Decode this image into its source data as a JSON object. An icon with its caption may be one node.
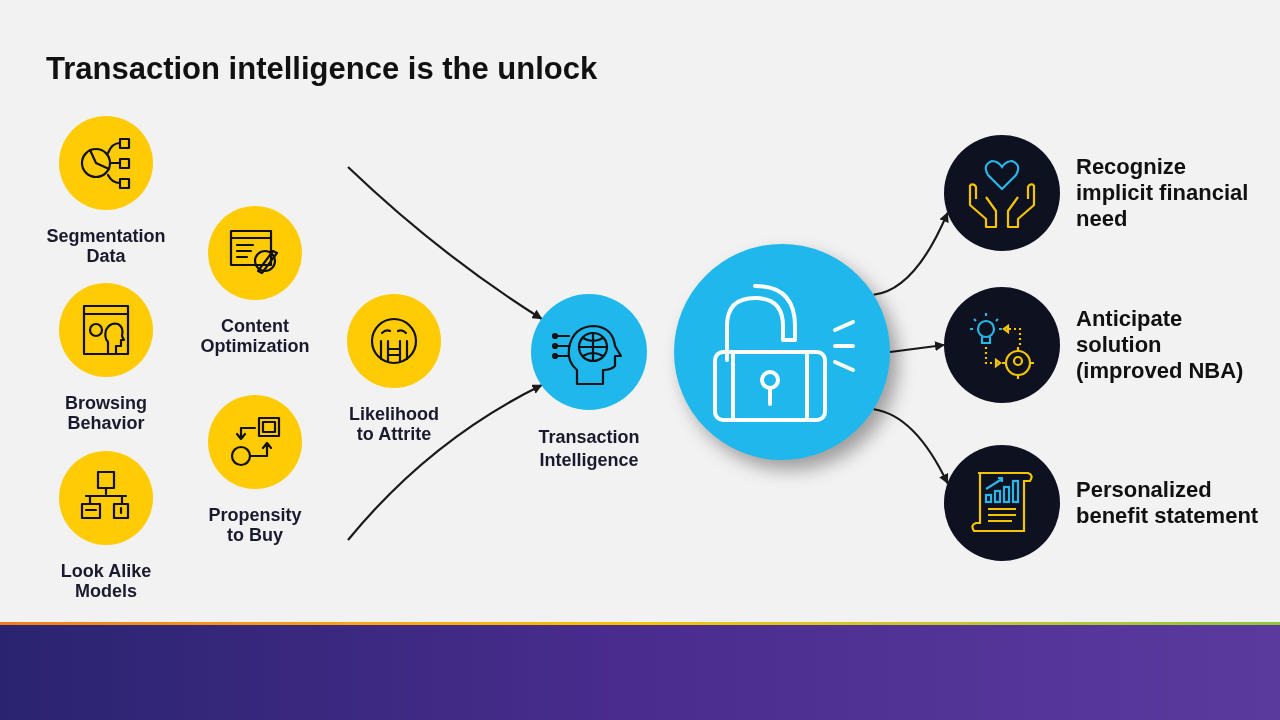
{
  "diagram": {
    "title": "Transaction intelligence is the unlock",
    "nodes": [
      {
        "text": [
          "Segmentation Data"
        ]
      },
      {
        "text": [
          "Content Optimization"
        ]
      },
      {
        "text": [
          "Browsing Behavior"
        ]
      },
      {
        "text": [
          "Likelihood to Attrite"
        ]
      },
      {
        "text": [
          "Propensity to Buy"
        ]
      },
      {
        "text": [
          "Look Alike Models"
        ]
      },
      {
        "text": [
          "Transaction Intelligence"
        ]
      },
      {
        "text": [],
        "shape": "circle"
      },
      {
        "text": [
          "Recognize implicit financial need"
        ]
      },
      {
        "text": [
          "Anticipate solution (improved NBA)"
        ]
      },
      {
        "text": [
          "Personalized benefit statement"
        ]
      }
    ],
    "edges": [
      {
        "from": null,
        "to": 6,
        "arrow": "to"
      },
      {
        "from": null,
        "to": 6,
        "arrow": "to"
      },
      {
        "from": 7,
        "to": 8,
        "arrow": "to"
      },
      {
        "from": 7,
        "to": 9,
        "arrow": "to"
      },
      {
        "from": 7,
        "to": 10,
        "arrow": "to"
      }
    ]
  }
}
